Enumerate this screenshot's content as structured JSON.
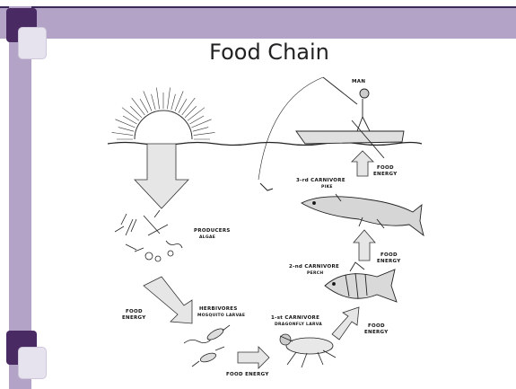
{
  "slide": {
    "title": "Food Chain"
  },
  "diagram": {
    "man": "MAN",
    "producers": {
      "label": "PRODUCERS",
      "sub": "ALGAE"
    },
    "herbivores": {
      "label": "HERBIVORES",
      "sub": "MOSQUITO LARVAE"
    },
    "first_carnivore": {
      "label": "1-st CARNIVORE",
      "sub": "DRAGONFLY LARVA"
    },
    "second_carnivore": {
      "label": "2-nd CARNIVORE",
      "sub": "PERCH"
    },
    "third_carnivore": {
      "label": "3-rd CARNIVORE",
      "sub": "PIKE"
    },
    "food_energy": {
      "line1": "FOOD",
      "line2": "ENERGY",
      "single": "FOOD ENERGY"
    }
  }
}
